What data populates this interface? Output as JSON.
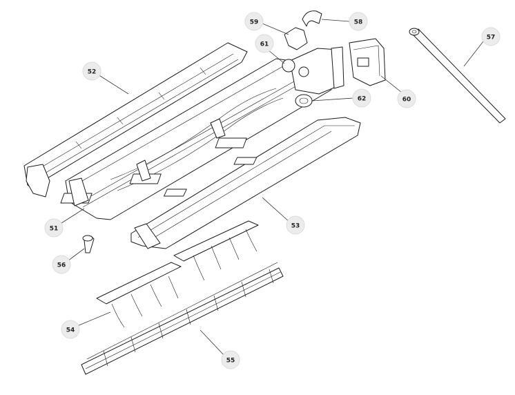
{
  "callouts": [
    {
      "id": "51",
      "label": "51"
    },
    {
      "id": "52",
      "label": "52"
    },
    {
      "id": "53",
      "label": "53"
    },
    {
      "id": "54",
      "label": "54"
    },
    {
      "id": "55",
      "label": "55"
    },
    {
      "id": "56",
      "label": "56"
    },
    {
      "id": "57",
      "label": "57"
    },
    {
      "id": "58",
      "label": "58"
    },
    {
      "id": "59",
      "label": "59"
    },
    {
      "id": "60",
      "label": "60"
    },
    {
      "id": "61",
      "label": "61"
    },
    {
      "id": "62",
      "label": "62"
    }
  ]
}
